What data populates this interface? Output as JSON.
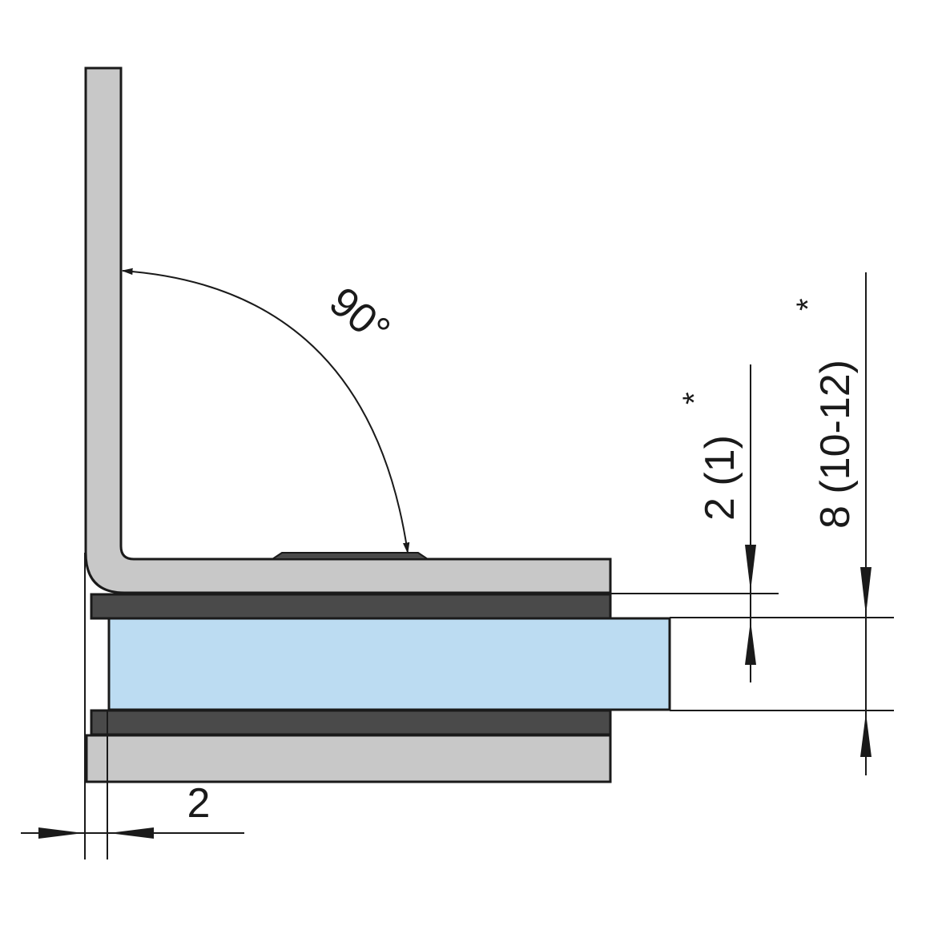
{
  "diagram": {
    "labels": {
      "angle": "90°",
      "gap_thickness": "2",
      "gasket_thickness": "2 (1)",
      "gasket_thickness_star": "*",
      "glass_thickness": "8 (10-12)",
      "glass_thickness_star": "*"
    },
    "colors": {
      "metal": "#c8c8c8",
      "gasket": "#4a4a4a",
      "glass": "#bcdcf2",
      "line": "#1a1a1a"
    }
  }
}
